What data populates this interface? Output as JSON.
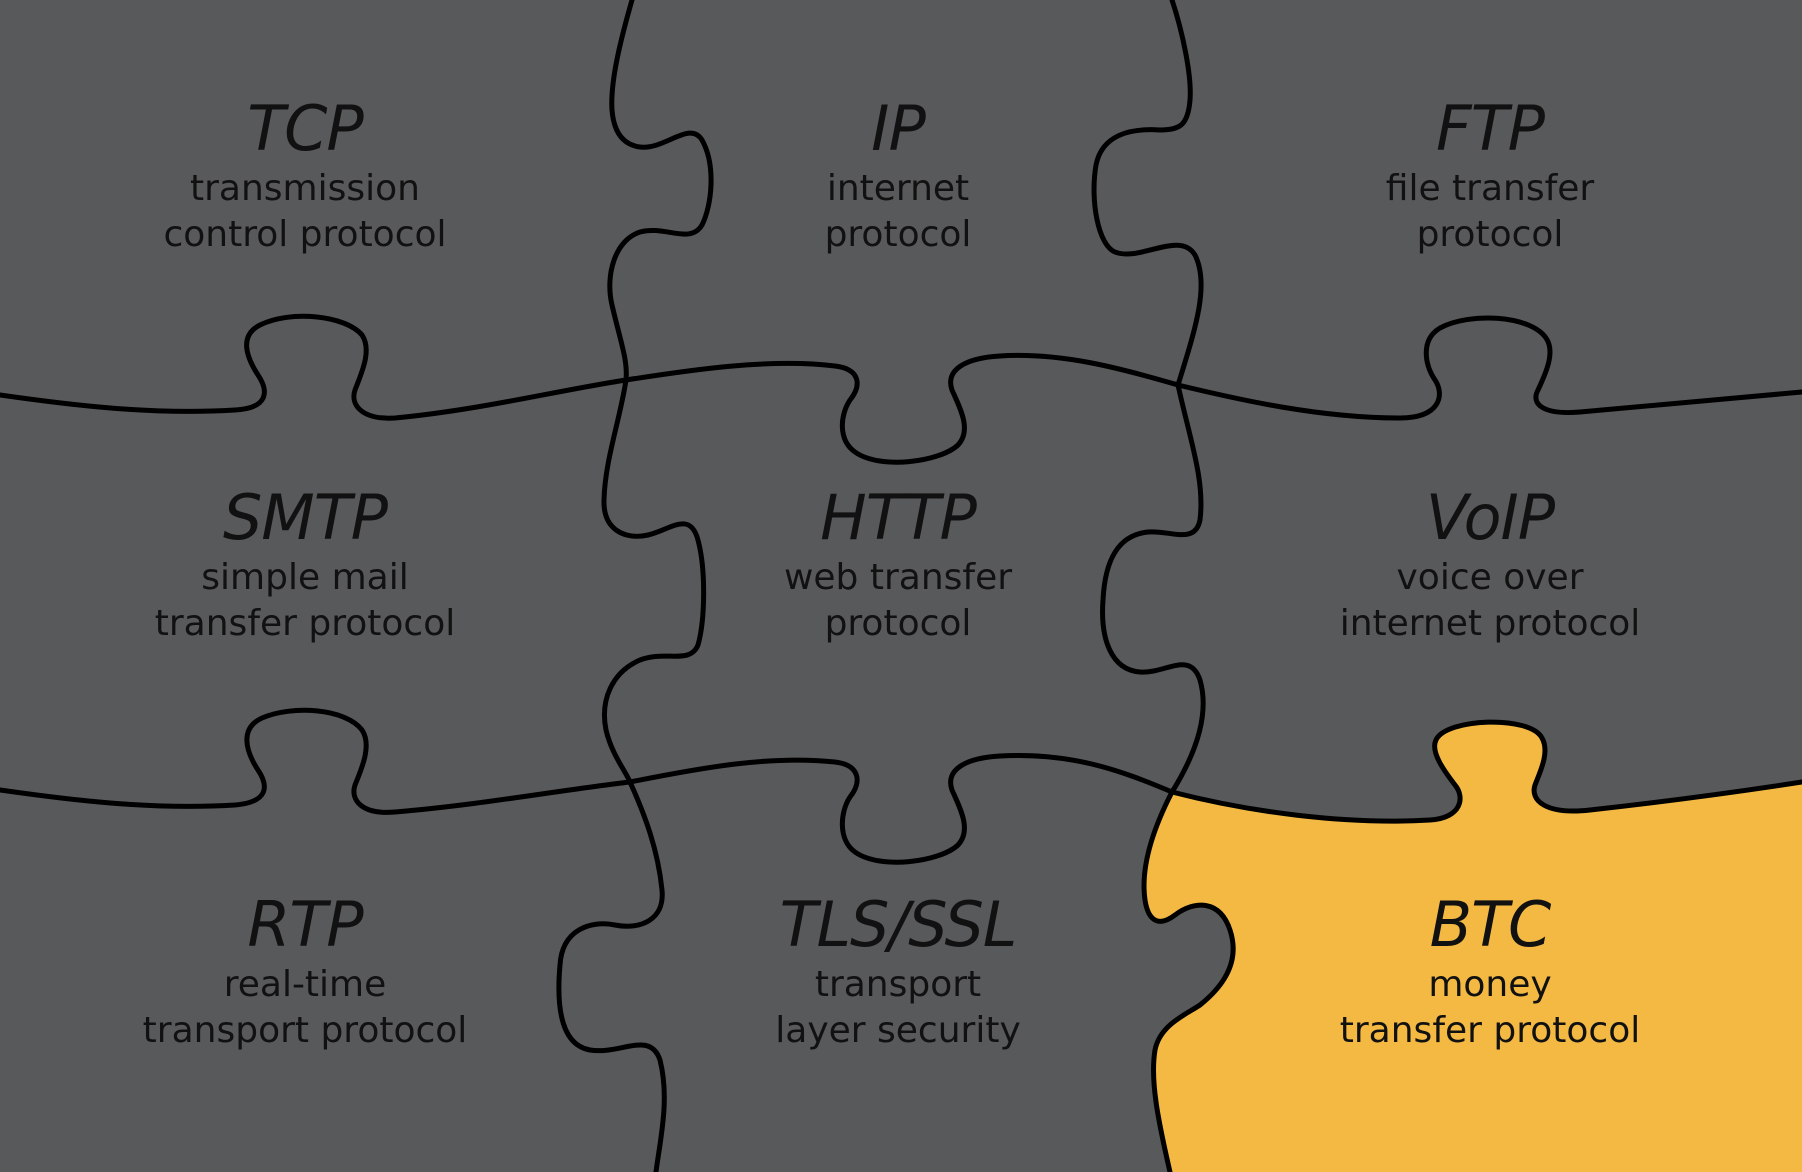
{
  "colors": {
    "background": "#58595b",
    "highlight": "#f3b942",
    "lines": "#000000",
    "text": "#111111"
  },
  "pieces": [
    {
      "id": "tcp",
      "abbr": "TCP",
      "desc": "transmission\ncontrol protocol",
      "highlighted": false
    },
    {
      "id": "ip",
      "abbr": "IP",
      "desc": "internet\nprotocol",
      "highlighted": false
    },
    {
      "id": "ftp",
      "abbr": "FTP",
      "desc": "file transfer\nprotocol",
      "highlighted": false
    },
    {
      "id": "smtp",
      "abbr": "SMTP",
      "desc": "simple mail\ntransfer protocol",
      "highlighted": false
    },
    {
      "id": "http",
      "abbr": "HTTP",
      "desc": "web transfer\nprotocol",
      "highlighted": false
    },
    {
      "id": "voip",
      "abbr": "VoIP",
      "desc": "voice over\ninternet protocol",
      "highlighted": false
    },
    {
      "id": "rtp",
      "abbr": "RTP",
      "desc": "real-time\ntransport protocol",
      "highlighted": false
    },
    {
      "id": "tls",
      "abbr": "TLS/SSL",
      "desc": "transport\nlayer security",
      "highlighted": false
    },
    {
      "id": "btc",
      "abbr": "BTC",
      "desc": "money\ntransfer protocol",
      "highlighted": true
    }
  ]
}
